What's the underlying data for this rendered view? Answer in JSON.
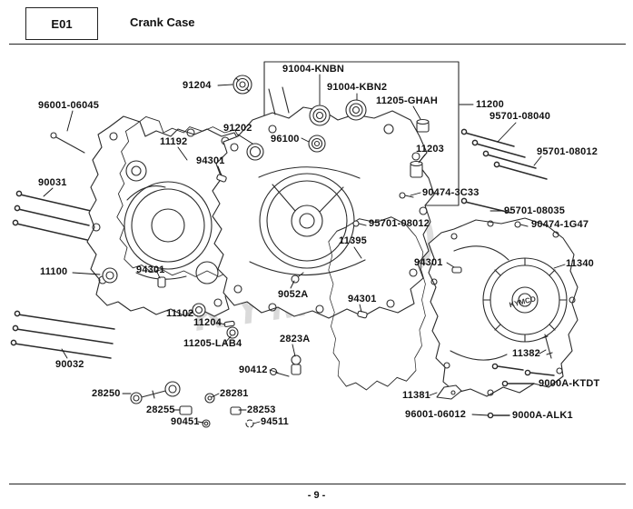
{
  "header": {
    "code": "E01",
    "title": "Crank Case"
  },
  "footer": {
    "page_number": "- 9 -"
  },
  "watermark": {
    "brand": "KYMCO"
  },
  "cover": {
    "brand_text": "KYMCO"
  },
  "labels": [
    {
      "text": "91204"
    },
    {
      "text": "96001-06045"
    },
    {
      "text": "91004-KNBN"
    },
    {
      "text": "91004-KBN2"
    },
    {
      "text": "11205-GHAH"
    },
    {
      "text": "11200"
    },
    {
      "text": "95701-08040"
    },
    {
      "text": "95701-08012"
    },
    {
      "text": "91202"
    },
    {
      "text": "96100"
    },
    {
      "text": "11203"
    },
    {
      "text": "11192"
    },
    {
      "text": "94301"
    },
    {
      "text": "90031"
    },
    {
      "text": "90474-3C33"
    },
    {
      "text": "95701-08035"
    },
    {
      "text": "90474-1G47"
    },
    {
      "text": "95701-08012"
    },
    {
      "text": "11395"
    },
    {
      "text": "94301"
    },
    {
      "text": "11340"
    },
    {
      "text": "11100"
    },
    {
      "text": "94301"
    },
    {
      "text": "9052A"
    },
    {
      "text": "94301"
    },
    {
      "text": "11102"
    },
    {
      "text": "11204"
    },
    {
      "text": "11205-LAB4"
    },
    {
      "text": "2823A"
    },
    {
      "text": "90412"
    },
    {
      "text": "90032"
    },
    {
      "text": "28250"
    },
    {
      "text": "28281"
    },
    {
      "text": "28255"
    },
    {
      "text": "28253"
    },
    {
      "text": "90451"
    },
    {
      "text": "94511"
    },
    {
      "text": "11382"
    },
    {
      "text": "9000A-KTDT"
    },
    {
      "text": "11381"
    },
    {
      "text": "96001-06012"
    },
    {
      "text": "9000A-ALK1"
    }
  ]
}
